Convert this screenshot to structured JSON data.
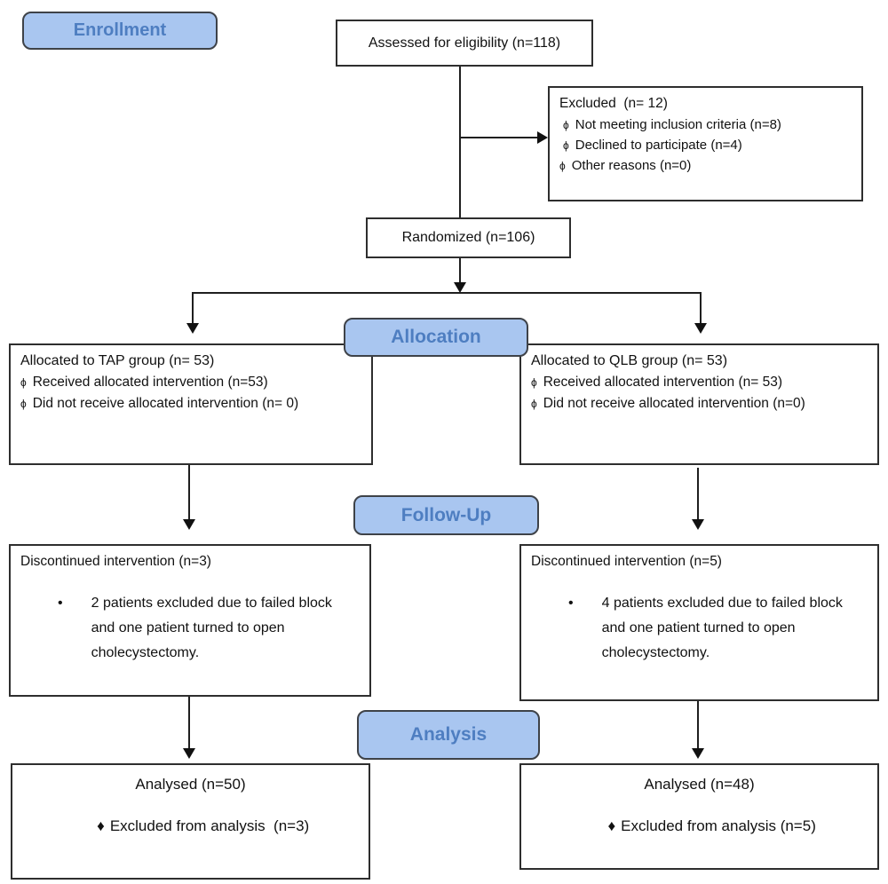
{
  "palette": {
    "badge_fill": "#a9c6f0",
    "badge_border": "#3e4248",
    "badge_text_color": "#4e7ec1",
    "box_border": "#2e2e2e",
    "line_color": "#1f1f1f"
  },
  "badges": {
    "enrollment": "Enrollment",
    "allocation": "Allocation",
    "followup": "Follow-Up",
    "analysis": "Analysis"
  },
  "bullets": {
    "phi": "ϕ",
    "dot": "•",
    "diamond": "♦"
  },
  "boxes": {
    "assessed": {
      "text": "Assessed for eligibility (n=118)"
    },
    "excluded": {
      "title": "Excluded  (n= 12)",
      "items": [
        "Not meeting inclusion criteria (n=8)",
        "Declined to participate (n=4)",
        "Other reasons (n=0)"
      ]
    },
    "randomized": {
      "text": "Randomized (n=106)"
    },
    "allocation_left": {
      "title": "Allocated to TAP group (n= 53)",
      "items": [
        "Received allocated intervention (n=53)",
        "Did not receive allocated intervention (n= 0)"
      ]
    },
    "allocation_right": {
      "title": "Allocated to QLB group (n= 53)",
      "items": [
        "Received allocated intervention (n= 53)",
        "Did not receive allocated intervention (n=0)"
      ]
    },
    "followup_left": {
      "title": "Discontinued intervention (n=3)",
      "bullet_text": "2 patients excluded due to failed block and one patient turned to open cholecystectomy."
    },
    "followup_right": {
      "title": "Discontinued intervention (n=5)",
      "bullet_text": "4 patients excluded due to failed block and one patient turned to open cholecystectomy."
    },
    "analysis_left": {
      "line1": "Analysed (n=50)",
      "line2": "Excluded from analysis  (n=3)"
    },
    "analysis_right": {
      "line1": "Analysed (n=48)",
      "line2": "Excluded from analysis (n=5)"
    }
  }
}
